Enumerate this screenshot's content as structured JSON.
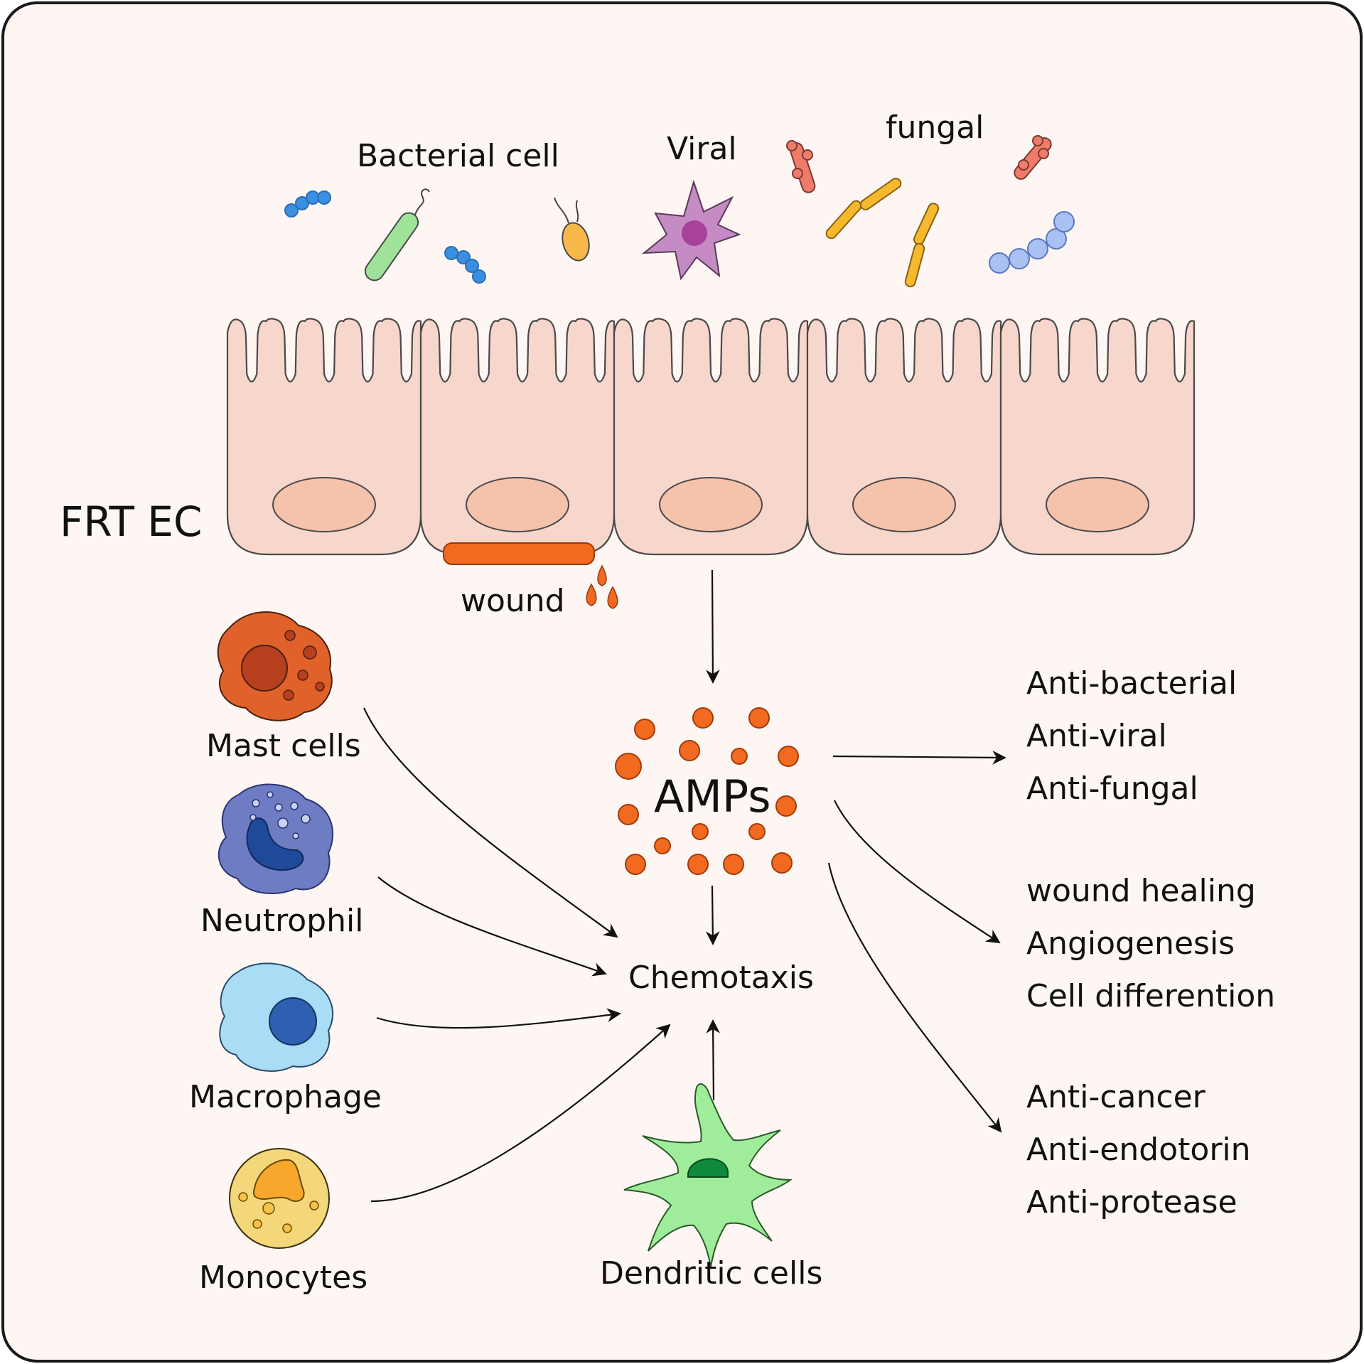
{
  "labels": {
    "bacterial": "Bacterial cell",
    "viral": "Viral",
    "fungal": "fungal",
    "frt_ec": "FRT EC",
    "wound": "wound",
    "amps": "AMPs",
    "chemotaxis": "Chemotaxis",
    "mast_cells": "Mast cells",
    "neutrophil": "Neutrophil",
    "macrophage": "Macrophage",
    "monocytes": "Monocytes",
    "dendritic_cells": "Dendritic cells"
  },
  "effects": {
    "group1": [
      "Anti-bacterial",
      "Anti-viral",
      "Anti-fungal"
    ],
    "group2": [
      "wound healing",
      "Angiogenesis",
      "Cell differention"
    ],
    "group3": [
      "Anti-cancer",
      "Anti-endotorin",
      "Anti-protease"
    ]
  },
  "colors": {
    "background": "#fdf6f3",
    "border": "#1a1a1a",
    "cell_fill": "#f7d6cb",
    "cell_stroke": "#4a4a4a",
    "nucleus": "#f5c2ac",
    "wound": "#f26a1f",
    "amp_dot": "#f26a1f",
    "mast": "#e0622a",
    "neutrophil": "#6e7cc4",
    "macrophage": "#a9dcf5",
    "monocyte": "#f4d77a",
    "dendritic": "#9fed9b",
    "viral": "#c48bc4"
  }
}
